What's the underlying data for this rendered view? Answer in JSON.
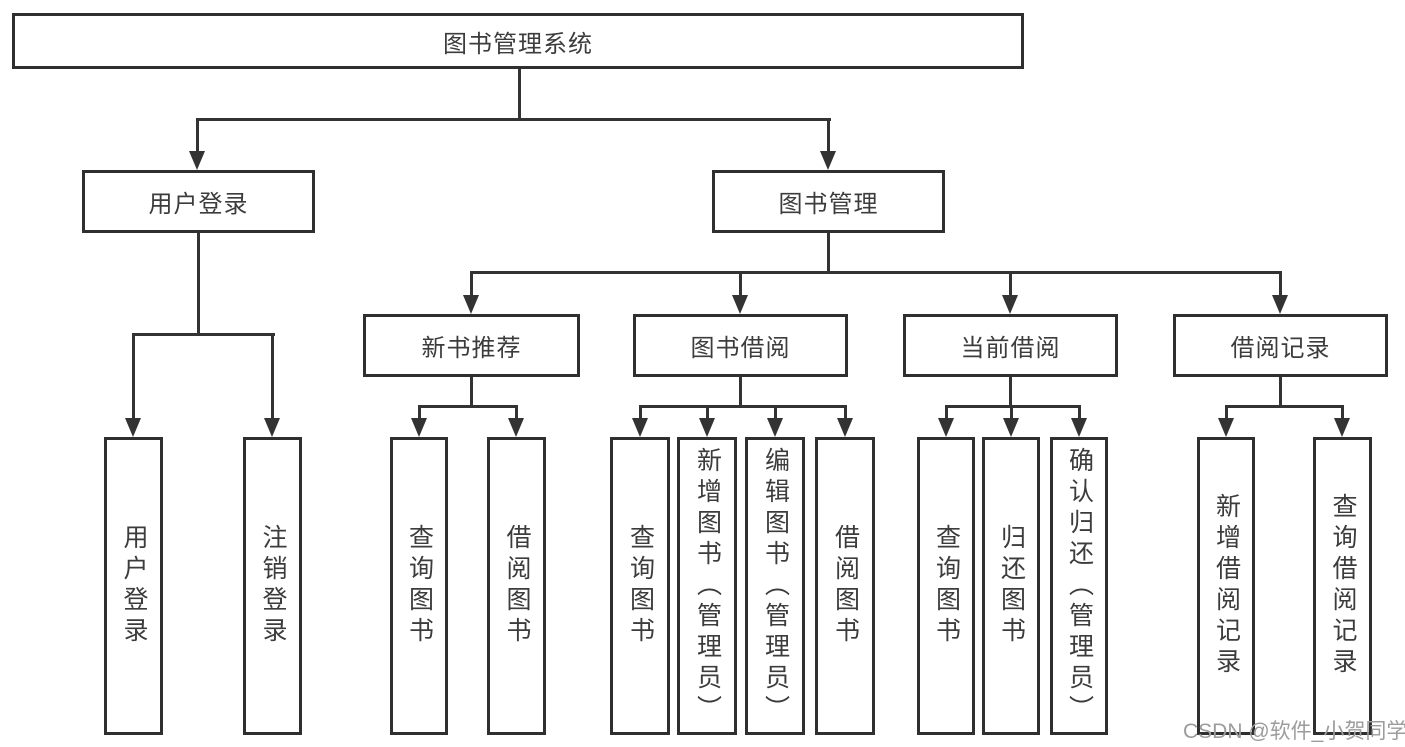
{
  "tree": {
    "root": {
      "label": "图书管理系统"
    },
    "level2": [
      {
        "label": "用户登录"
      },
      {
        "label": "图书管理"
      }
    ],
    "level3": [
      {
        "label": "新书推荐"
      },
      {
        "label": "图书借阅"
      },
      {
        "label": "当前借阅"
      },
      {
        "label": "借阅记录"
      }
    ],
    "leaves": {
      "login": [
        "用户登录",
        "注销登录"
      ],
      "recommend": [
        "查询图书",
        "借阅图书"
      ],
      "borrow": [
        "查询图书",
        "新增图书（管理员）",
        "编辑图书（管理员）",
        "借阅图书"
      ],
      "current": [
        "查询图书",
        "归还图书",
        "确认归还（管理员）"
      ],
      "records": [
        "新增借阅记录",
        "查询借阅记录"
      ]
    }
  },
  "watermark": {
    "text": "CSDN @软件_小贺同学"
  },
  "colors": {
    "line": "#333333",
    "box_border": "#2f2f2f",
    "text": "#3c3c3c",
    "watermark": "#9c9c9c",
    "background": "#ffffff"
  }
}
